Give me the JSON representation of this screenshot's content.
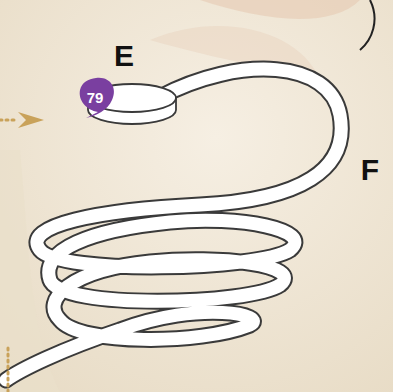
{
  "diagram": {
    "labels": [
      "E",
      "79",
      "F"
    ]
  }
}
